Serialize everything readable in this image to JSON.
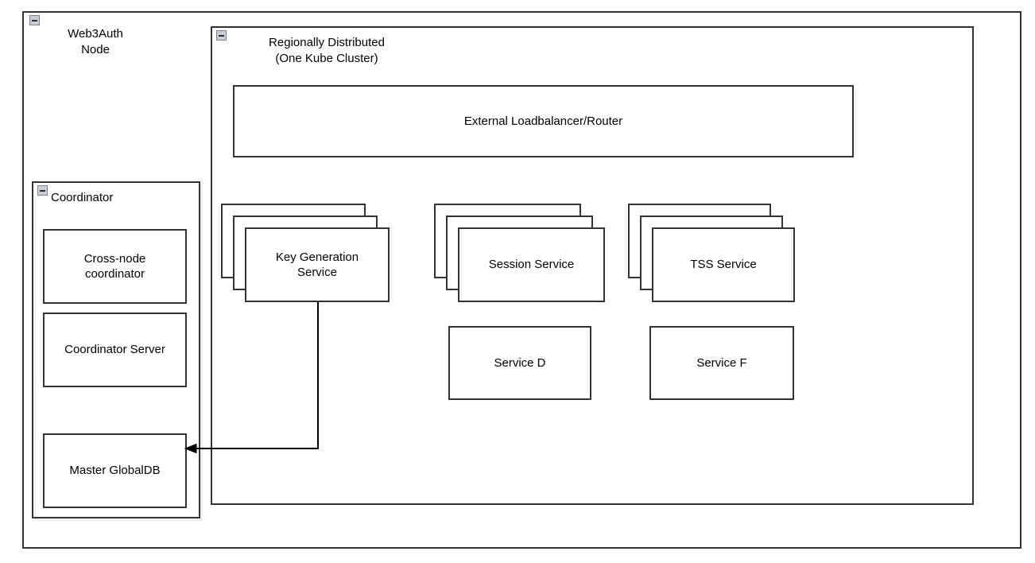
{
  "diagram": {
    "title": "Web3Auth Node Architecture",
    "line_color": "#333333",
    "fill_color": "#ffffff",
    "icon_fill": "#c8ccd4",
    "icon_border": "#7a8090"
  },
  "containers": {
    "web3auth_node": {
      "label": "Web3Auth\nNode",
      "icon": "collapse-minus-icon"
    },
    "regionally_distributed": {
      "label": "Regionally Distributed\n(One Kube Cluster)",
      "icon": "collapse-minus-icon"
    },
    "coordinator": {
      "label": "Coordinator",
      "icon": "collapse-minus-icon"
    }
  },
  "coordinator_nodes": [
    {
      "id": "cross-node-coordinator",
      "label": "Cross-node\ncoordinator"
    },
    {
      "id": "coordinator-server",
      "label": "Coordinator Server"
    },
    {
      "id": "master-globaldb",
      "label": "Master GlobalDB"
    }
  ],
  "cluster_nodes": {
    "loadbalancer": {
      "id": "external-loadbalancer",
      "label": "External Loadbalancer/Router"
    },
    "stacked_services": [
      {
        "id": "key-generation-service",
        "label": "Key Generation\nService",
        "instances": 3
      },
      {
        "id": "session-service",
        "label": "Session Service",
        "instances": 3
      },
      {
        "id": "tss-service",
        "label": "TSS Service",
        "instances": 3
      }
    ],
    "single_services": [
      {
        "id": "service-d",
        "label": "Service D"
      },
      {
        "id": "service-f",
        "label": "Service F"
      }
    ]
  },
  "connectors": [
    {
      "id": "keygen-to-masterdb",
      "from": "key-generation-service",
      "to": "master-globaldb",
      "arrowhead": "target"
    }
  ]
}
